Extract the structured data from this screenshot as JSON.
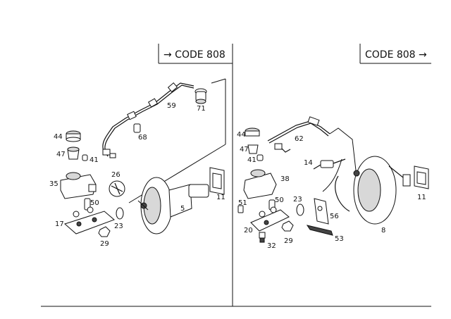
{
  "left_panel": {
    "header": "→ CODE 808",
    "callouts": {
      "p59": "59",
      "p71": "71",
      "p68": "68",
      "p44": "44",
      "p47": "47",
      "p41": "41",
      "p26": "26",
      "p35": "35",
      "p50": "50",
      "p23": "23",
      "p17": "17",
      "p29": "29",
      "p5": "5",
      "p11": "11"
    }
  },
  "right_panel": {
    "header": "CODE 808 →",
    "callouts": {
      "p44": "44",
      "p62": "62",
      "p47": "47",
      "p41": "41",
      "p14": "14",
      "p38": "38",
      "p23": "23",
      "p50": "50",
      "p51": "51",
      "p56": "56",
      "p20": "20",
      "p53": "53",
      "p29": "29",
      "p32": "32",
      "p8": "8",
      "p11": "11"
    }
  }
}
